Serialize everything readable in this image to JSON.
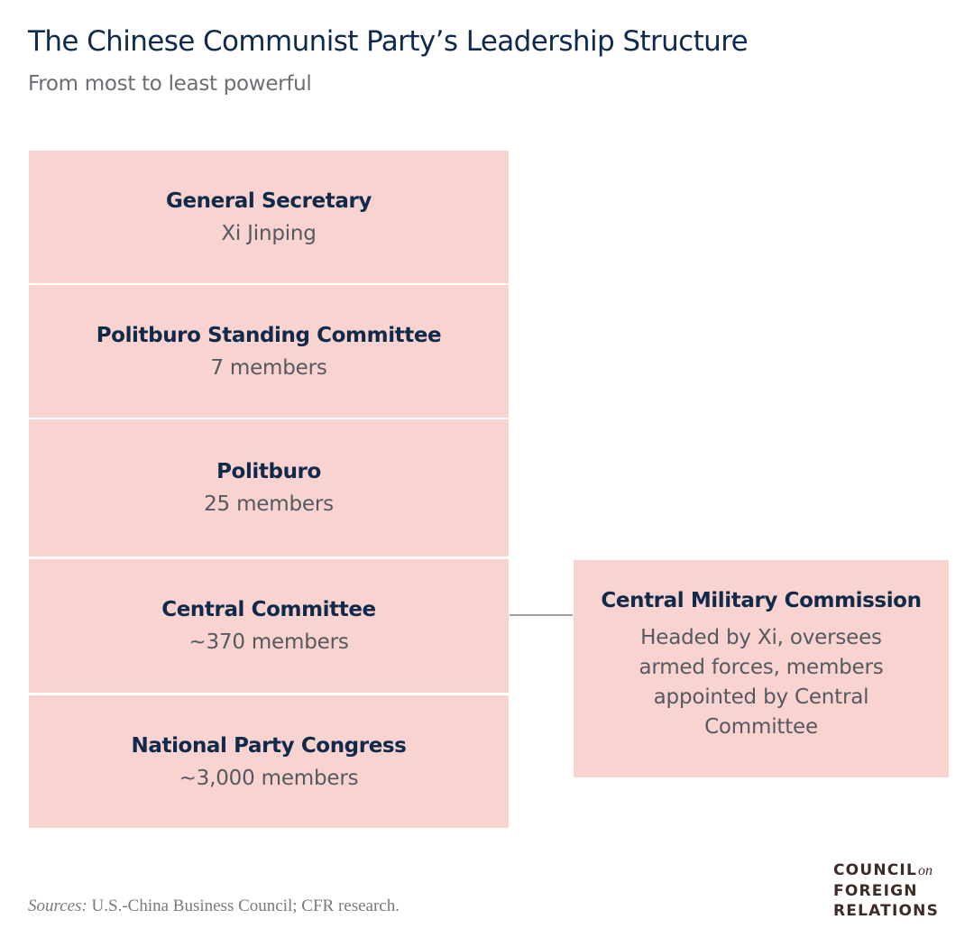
{
  "header": {
    "title": "The Chinese Communist Party’s Leadership Structure",
    "subtitle": "From most to least powerful"
  },
  "tiers": [
    {
      "name": "General Secretary",
      "detail": "Xi Jinping"
    },
    {
      "name": "Politburo Standing Committee",
      "detail": "7 members"
    },
    {
      "name": "Politburo",
      "detail": "25 members"
    },
    {
      "name": "Central Committee",
      "detail": "~370 members"
    },
    {
      "name": "National Party Congress",
      "detail": "~3,000 members"
    }
  ],
  "side_box": {
    "name": "Central Military Commission",
    "detail": "Headed by Xi, oversees armed forces, members appointed by Central Committee",
    "connected_to": "Central Committee"
  },
  "footer": {
    "sources_label": "Sources:",
    "sources_text": " U.S.-China Business Council; CFR research."
  },
  "logo": {
    "line1": "COUNCIL",
    "line1_suffix": "on",
    "line2": "FOREIGN",
    "line3": "RELATIONS"
  },
  "colors": {
    "box_fill": "#f9d3cf",
    "title": "#0f2a4a",
    "subtitle": "#6b6e73",
    "connector": "#a0a0a0",
    "logo": "#3e2a26"
  }
}
